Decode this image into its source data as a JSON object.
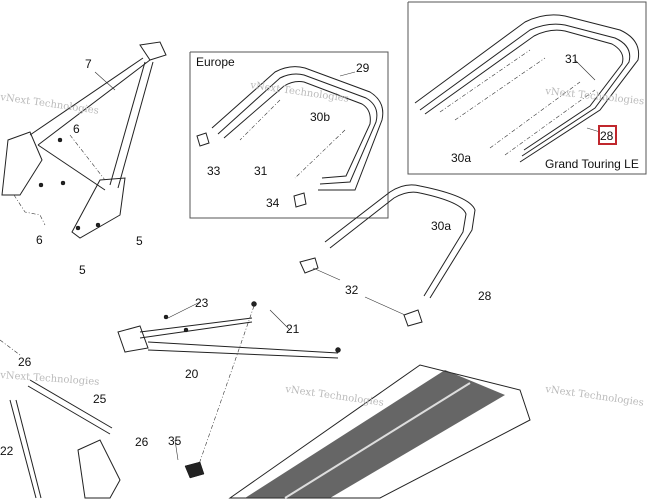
{
  "diagram": {
    "boxes": {
      "europe_title": "Europe",
      "grand_touring_title": "Grand Touring LE"
    },
    "callouts": [
      "7",
      "6",
      "6",
      "5",
      "5",
      "29",
      "30b",
      "33",
      "31",
      "34",
      "31",
      "28",
      "30a",
      "30a",
      "32",
      "28",
      "23",
      "21",
      "20",
      "26",
      "25",
      "26",
      "35",
      "22"
    ],
    "highlighted_callout": "28",
    "highlight_color": "#c0272d",
    "watermark": "vNext Technologies"
  }
}
